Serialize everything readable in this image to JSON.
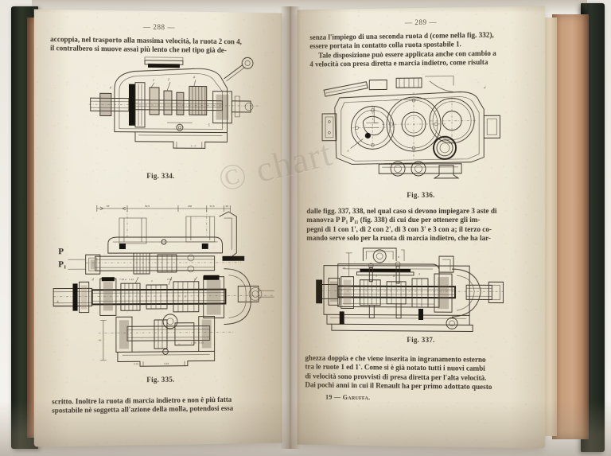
{
  "book": {
    "cover_color": "#2b3329",
    "edge_color": "#c49a77",
    "paper_color": "#ece5d2",
    "ink_color": "#3a3328"
  },
  "watermark": {
    "text": "© chart"
  },
  "left_page": {
    "page_number": "— 288 —",
    "top_text": {
      "line1": "accoppia, nel trasporto alla massima velocità, la ruota 2 con 4,",
      "line2": "il contralbero si muove assai più lento che nel tipo già de-"
    },
    "figures": [
      {
        "caption": "Fig. 334.",
        "kind": "gearbox-longitudinal-section"
      },
      {
        "caption": "Fig. 335.",
        "kind": "gearbox-detailed-section",
        "labels": [
          "P",
          "P₁"
        ]
      }
    ],
    "bottom_text": {
      "line1": "scritto. Inoltre la ruota di marcia indietro e non è più fatta",
      "line2": "spostabile nè soggetta all'azione della molla, potendosi essa"
    }
  },
  "right_page": {
    "page_number": "— 289 —",
    "top_text": {
      "line1": "senza l'impiego di una seconda ruota d (come nella fig. 332),",
      "line2": "essere portata in contatto colla ruota spostabile 1.",
      "line3": "Tale disposizione può essere applicata anche con cambio a",
      "line4": "4 velocità con presa diretta e marcia indietro, come risulta"
    },
    "figures": [
      {
        "caption": "Fig. 336.",
        "kind": "gearbox-end-elevation"
      },
      {
        "caption": "Fig. 337.",
        "kind": "gearbox-longitudinal-section-2"
      }
    ],
    "mid_text": {
      "line1": "dalle figg. 337, 338, nel qual caso si devono impiegare 3 aste di",
      "line2": "manovra P P₁ P₁₁ (fig. 338) di cui due per ottenere gli im-",
      "line3": "pegni di 1 con 1', di 2 con 2', di 3 con 3' e 3 con a; il terzo co-",
      "line4": "mando serve solo per la ruota di marcia indietro, che ha lar-"
    },
    "bottom_text": {
      "line1": "ghezza doppia e che viene inserita in ingranamento esterno",
      "line2": "tra le ruote 1 ed 1'. Come si è già notato tutti i nuovi cambi",
      "line3": "di velocità sono provvisti di presa diretta per l'alta velocità.",
      "line4": "Dai pochi anni in cui il Renault ha per primo adottato questo"
    },
    "signature": {
      "number": "19",
      "dash": "—",
      "author": "Garuffa."
    }
  }
}
